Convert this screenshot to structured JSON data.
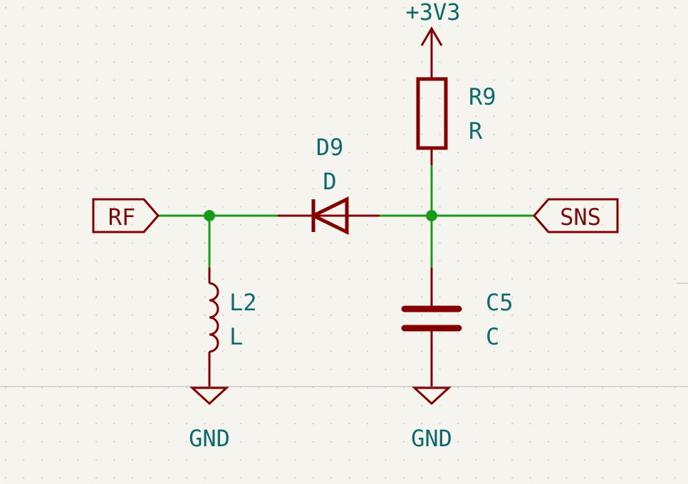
{
  "colors": {
    "background": "#f5f4ef",
    "wire": "#1a9a1a",
    "symbol": "#840000",
    "label_text": "#0f6b6b"
  },
  "power": {
    "label": "+3V3"
  },
  "resistor": {
    "ref": "R9",
    "value": "R"
  },
  "diode": {
    "ref": "D9",
    "value": "D"
  },
  "inductor": {
    "ref": "L2",
    "value": "L"
  },
  "capacitor": {
    "ref": "C5",
    "value": "C"
  },
  "ports": {
    "rf": "RF",
    "sns": "SNS"
  },
  "grounds": [
    {
      "label": "GND"
    },
    {
      "label": "GND"
    }
  ]
}
